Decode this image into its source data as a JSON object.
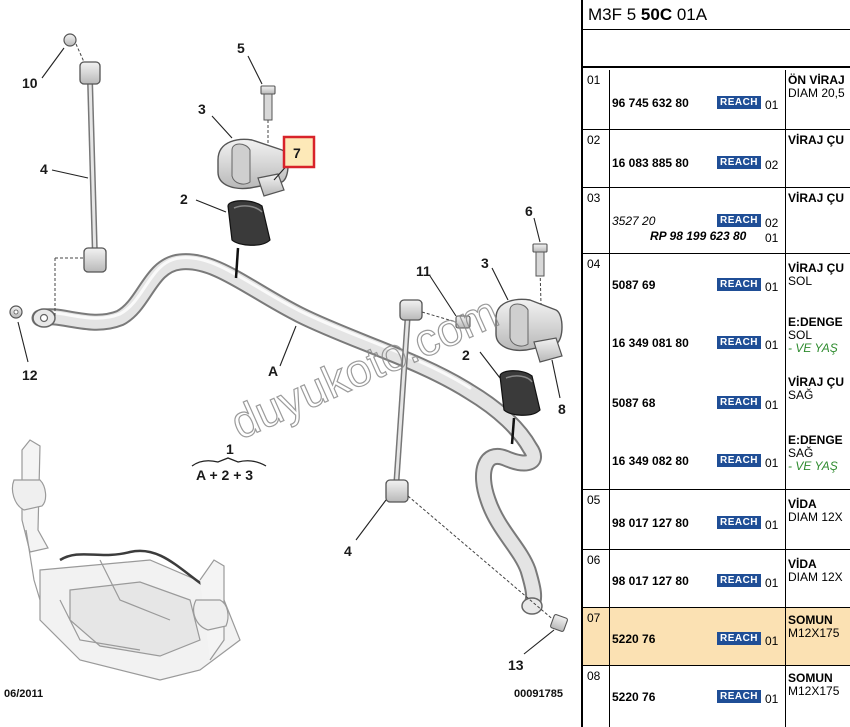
{
  "diagram": {
    "labels": [
      "10",
      "4",
      "5",
      "3",
      "7",
      "2",
      "6",
      "11",
      "3",
      "2",
      "8",
      "12",
      "A",
      "1",
      "A + 2 + 3",
      "4",
      "13"
    ],
    "highlighted_callout": "7",
    "watermark": "duyukoto.com",
    "footer_date": "06/2011",
    "footer_code": "00091785"
  },
  "panel": {
    "title_prefix": "M3F 5 ",
    "title_bold": "50C",
    "title_suffix": " 01A",
    "rows": [
      {
        "no": "01",
        "entries": [
          {
            "ref": "96 745 632 80",
            "reach": "REACH",
            "qty": "01",
            "desc1": "ÖN VİRAJ",
            "desc2": "DIAM 20,5"
          }
        ]
      },
      {
        "no": "02",
        "entries": [
          {
            "ref": "16 083 885 80",
            "reach": "REACH",
            "qty": "02",
            "desc1": "VİRAJ ÇU"
          }
        ]
      },
      {
        "no": "03",
        "entries": [
          {
            "ref": "3527 20",
            "ref2": "RP 98 199 623 80",
            "reach": "REACH",
            "qty": "02",
            "qty2": "01",
            "desc1": "VİRAJ ÇU"
          }
        ]
      },
      {
        "no": "04",
        "entries": [
          {
            "ref": "5087 69",
            "reach": "REACH",
            "qty": "01",
            "desc1": "VİRAJ ÇU",
            "desc2": "SOL"
          },
          {
            "ref": "16 349 081 80",
            "reach": "REACH",
            "qty": "01",
            "desc1": "E:DENGE",
            "desc2": "SOL",
            "desc3": "- VE YAŞ"
          },
          {
            "ref": "5087 68",
            "reach": "REACH",
            "qty": "01",
            "desc1": "VİRAJ ÇU",
            "desc2": "SAĞ"
          },
          {
            "ref": "16 349 082 80",
            "reach": "REACH",
            "qty": "01",
            "desc1": "E:DENGE",
            "desc2": "SAĞ",
            "desc3": "- VE YAŞ"
          }
        ]
      },
      {
        "no": "05",
        "entries": [
          {
            "ref": "98 017 127 80",
            "reach": "REACH",
            "qty": "01",
            "desc1": "VİDA",
            "desc2": "DIAM 12X"
          }
        ]
      },
      {
        "no": "06",
        "entries": [
          {
            "ref": "98 017 127 80",
            "reach": "REACH",
            "qty": "01",
            "desc1": "VİDA",
            "desc2": "DIAM 12X"
          }
        ]
      },
      {
        "no": "07",
        "entries": [
          {
            "ref": "5220 76",
            "reach": "REACH",
            "qty": "01",
            "desc1": "SOMUN",
            "desc2": "M12X175"
          }
        ]
      },
      {
        "no": "08",
        "entries": [
          {
            "ref": "5220 76",
            "reach": "REACH",
            "qty": "01",
            "desc1": "SOMUN",
            "desc2": "M12X175"
          }
        ]
      }
    ]
  }
}
